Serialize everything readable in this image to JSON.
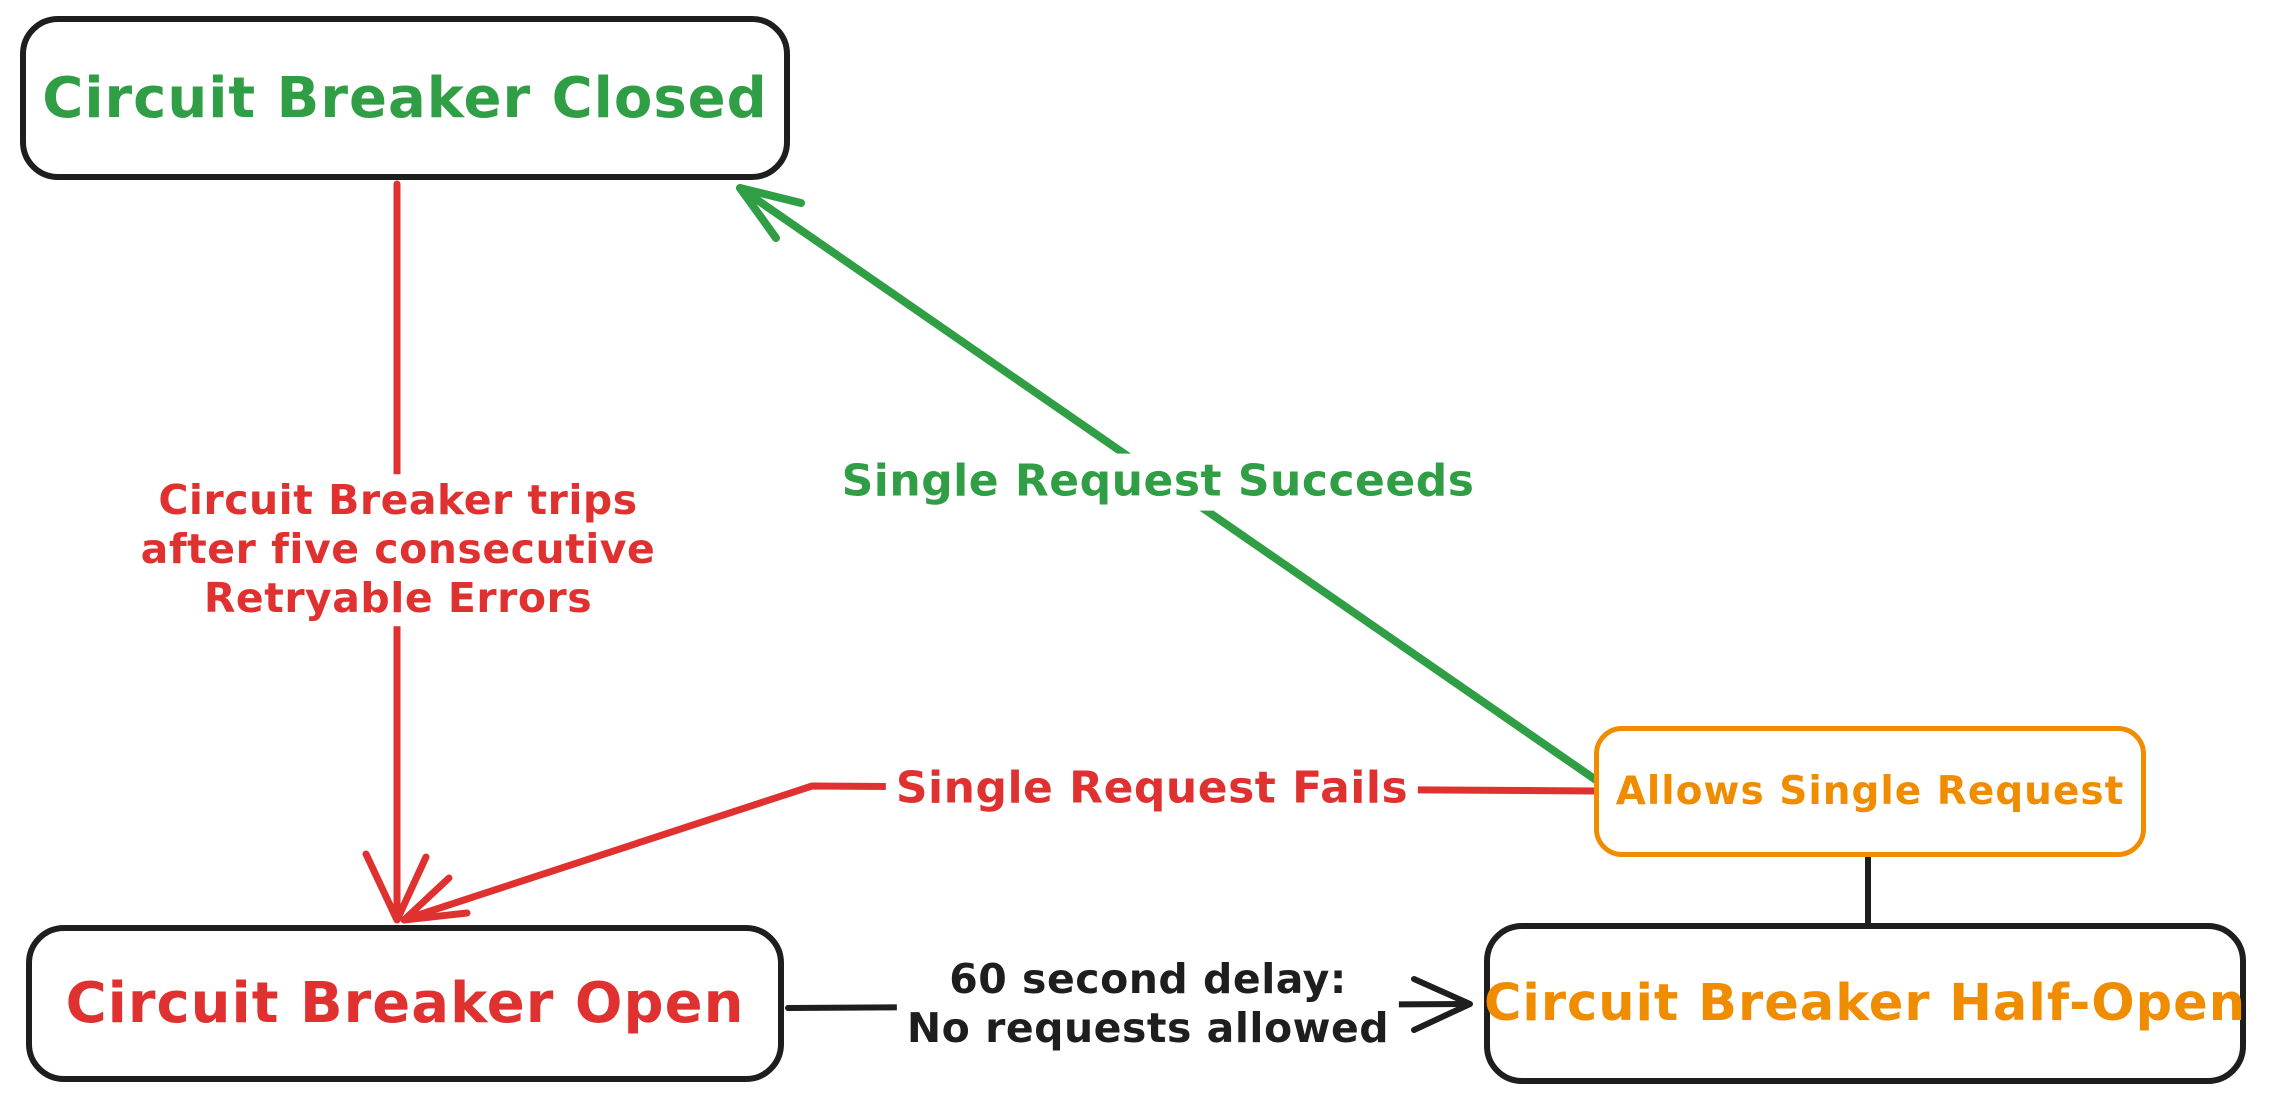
{
  "diagram": {
    "background": "#ffffff",
    "colors": {
      "ink": "#1e1e1e",
      "green": "#2f9e44",
      "red": "#e03131",
      "orange": "#f08c00"
    },
    "nodes": {
      "closed": {
        "label": "Circuit Breaker Closed",
        "text_color": "#2f9e44",
        "border_color": "#1e1e1e"
      },
      "open": {
        "label": "Circuit Breaker Open",
        "text_color": "#e03131",
        "border_color": "#1e1e1e"
      },
      "half_open": {
        "label": "Circuit Breaker Half-Open",
        "text_color": "#f08c00",
        "border_color": "#1e1e1e"
      },
      "allows": {
        "label": "Allows Single Request",
        "text_color": "#f08c00",
        "border_color": "#f08c00"
      }
    },
    "edges": {
      "trip": {
        "from": "closed",
        "to": "open",
        "color": "#e03131",
        "label_lines": [
          "Circuit Breaker trips",
          "after five consecutive",
          "Retryable Errors"
        ]
      },
      "succeeds": {
        "from": "allows",
        "to": "closed",
        "color": "#2f9e44",
        "label": "Single Request Succeeds"
      },
      "fails": {
        "from": "allows",
        "to": "open",
        "color": "#e03131",
        "label": "Single Request Fails"
      },
      "delay": {
        "from": "open",
        "to": "half_open",
        "color": "#1e1e1e",
        "label_lines": [
          "60 second delay:",
          "No requests allowed"
        ]
      },
      "probe_connector": {
        "from": "half_open",
        "to": "allows",
        "color": "#1e1e1e"
      }
    }
  }
}
